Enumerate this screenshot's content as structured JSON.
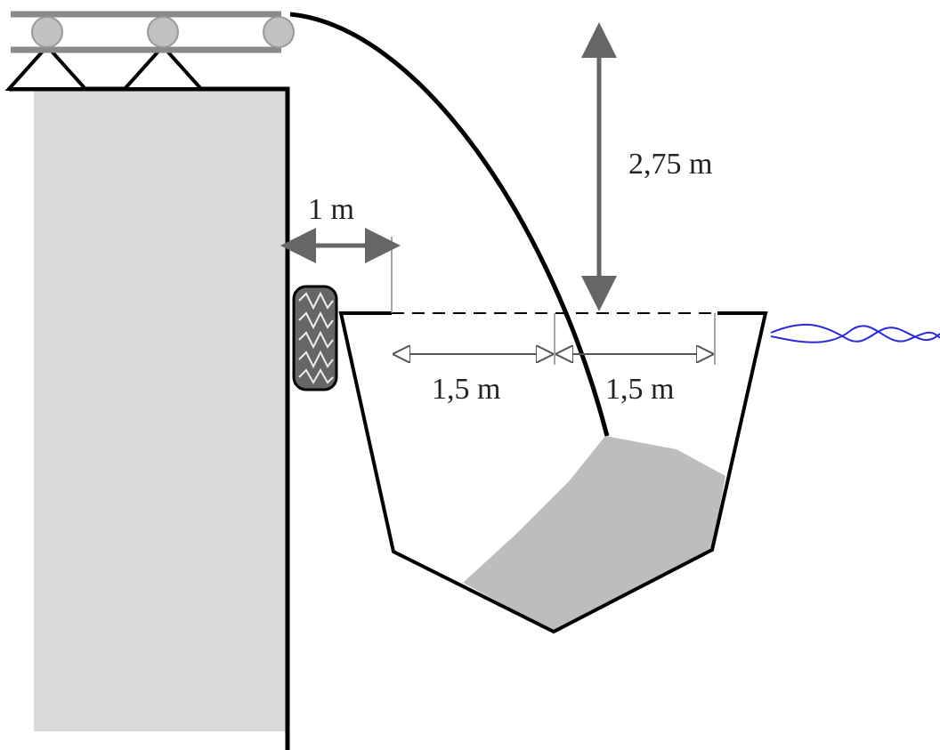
{
  "labels": {
    "height": "2,75 m",
    "wall_gap": "1 m",
    "half_width_left": "1,5 m",
    "half_width_right": "1,5 m"
  },
  "colors": {
    "wall_fill": "#d9d9d9",
    "roller": "#c2c2c2",
    "cargo": "#bdbdbd",
    "arrow_gray": "#666666",
    "outline": "#000000",
    "water_line": "#2b2bd6",
    "belt": "#8a8a8a"
  },
  "icons": [
    "conveyor-belt",
    "support-triangle",
    "tire-fender",
    "barge-hull",
    "water-wave",
    "cargo-pile",
    "trajectory-curve"
  ]
}
